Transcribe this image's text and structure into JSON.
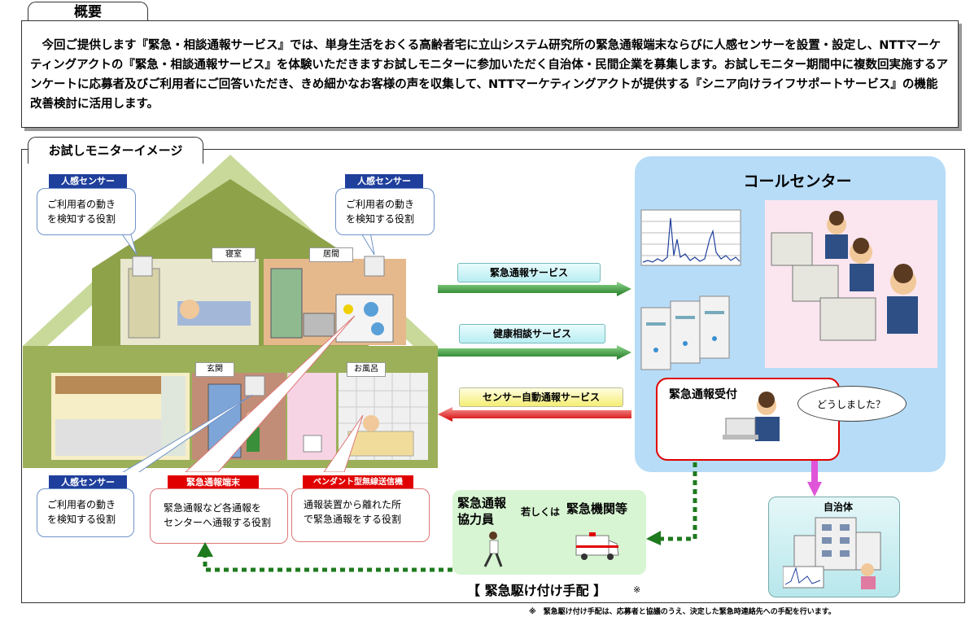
{
  "summary": {
    "title": "概要",
    "text": "　今回ご提供します『緊急・相談通報サービス』では、単身生活をおくる高齢者宅に立山システム研究所の緊急通報端末ならびに人感センサーを設置・設定し、NTTマーケティングアクトの『緊急・相談通報サービス』を体験いただきますお試しモニターに参加いただく自治体・民間企業を募集します。お試しモニター期間中に複数回実施するアンケートに応募者及びご利用者にご回答いただき、きめ細かなお客様の声を収集して、NTTマーケティングアクトが提供する『シニア向けライフサポートサービス』の機能改善検討に活用します。"
  },
  "image_section": {
    "title": "お試しモニターイメージ"
  },
  "house": {
    "rooms": {
      "bedroom": "寝室",
      "living": "居間",
      "entrance": "玄関",
      "bath": "お風呂"
    },
    "callouts": {
      "sensor_top_left": {
        "label": "人感センサー",
        "text": "ご利用者の動き\nを検知する役割"
      },
      "sensor_top_right": {
        "label": "人感センサー",
        "text": "ご利用者の動き\nを検知する役割"
      },
      "sensor_bottom": {
        "label": "人感センサー",
        "text": "ご利用者の動き\nを検知する役割"
      },
      "terminal": {
        "label": "緊急通報端末",
        "text": "緊急通報など各通報を\nセンターへ通報する役割"
      },
      "pendant": {
        "label": "ペンダント型無線送信機",
        "text": "通報装置から離れた所\nで緊急通報をする役割"
      }
    }
  },
  "services": {
    "emergency": "緊急通報サービス",
    "health": "健康相談サービス",
    "sensor_auto": "センサー自動通報サービス"
  },
  "call_center": {
    "title": "コールセンター",
    "reception": "緊急通報受付",
    "speech": "どうしました？"
  },
  "municipality": {
    "label": "自治体"
  },
  "dispatch": {
    "cooperator": "緊急通報\n協力員",
    "or": "若しくは",
    "agency": "緊急機関等",
    "title": "【 緊急駆け付け手配 】",
    "mark": "※"
  },
  "footnote": "※　緊急駆け付け手配は、応募者と協議のうえ、決定した緊急時連絡先への手配を行います。",
  "colors": {
    "green_arrow": "#1f8a1f",
    "red_arrow": "#e01010",
    "call_center_bg": "#b7dcf7",
    "dispatch_bg": "#d7f5d2",
    "house_roof": "#c8d99a",
    "house_wall": "#7d8f3c",
    "dashed_green": "#1e7a1e",
    "magenta_arrow": "#e055d8"
  }
}
